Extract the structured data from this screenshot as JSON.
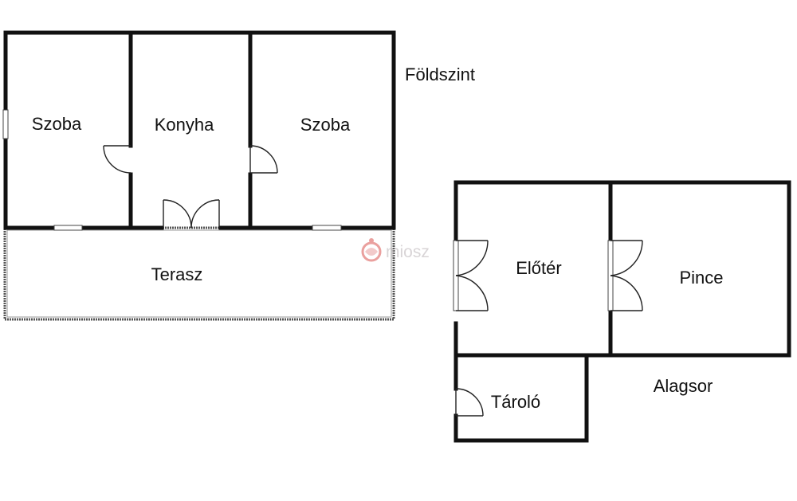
{
  "ground_floor": {
    "title": "Földszint",
    "rooms": {
      "room_left": "Szoba",
      "kitchen": "Konyha",
      "room_right": "Szoba",
      "terrace": "Terasz"
    }
  },
  "basement": {
    "title": "Alagsor",
    "rooms": {
      "hall": "Előtér",
      "cellar": "Pince",
      "storage": "Tároló"
    }
  },
  "watermark": {
    "text": "miosz",
    "color": "#c0392b"
  }
}
